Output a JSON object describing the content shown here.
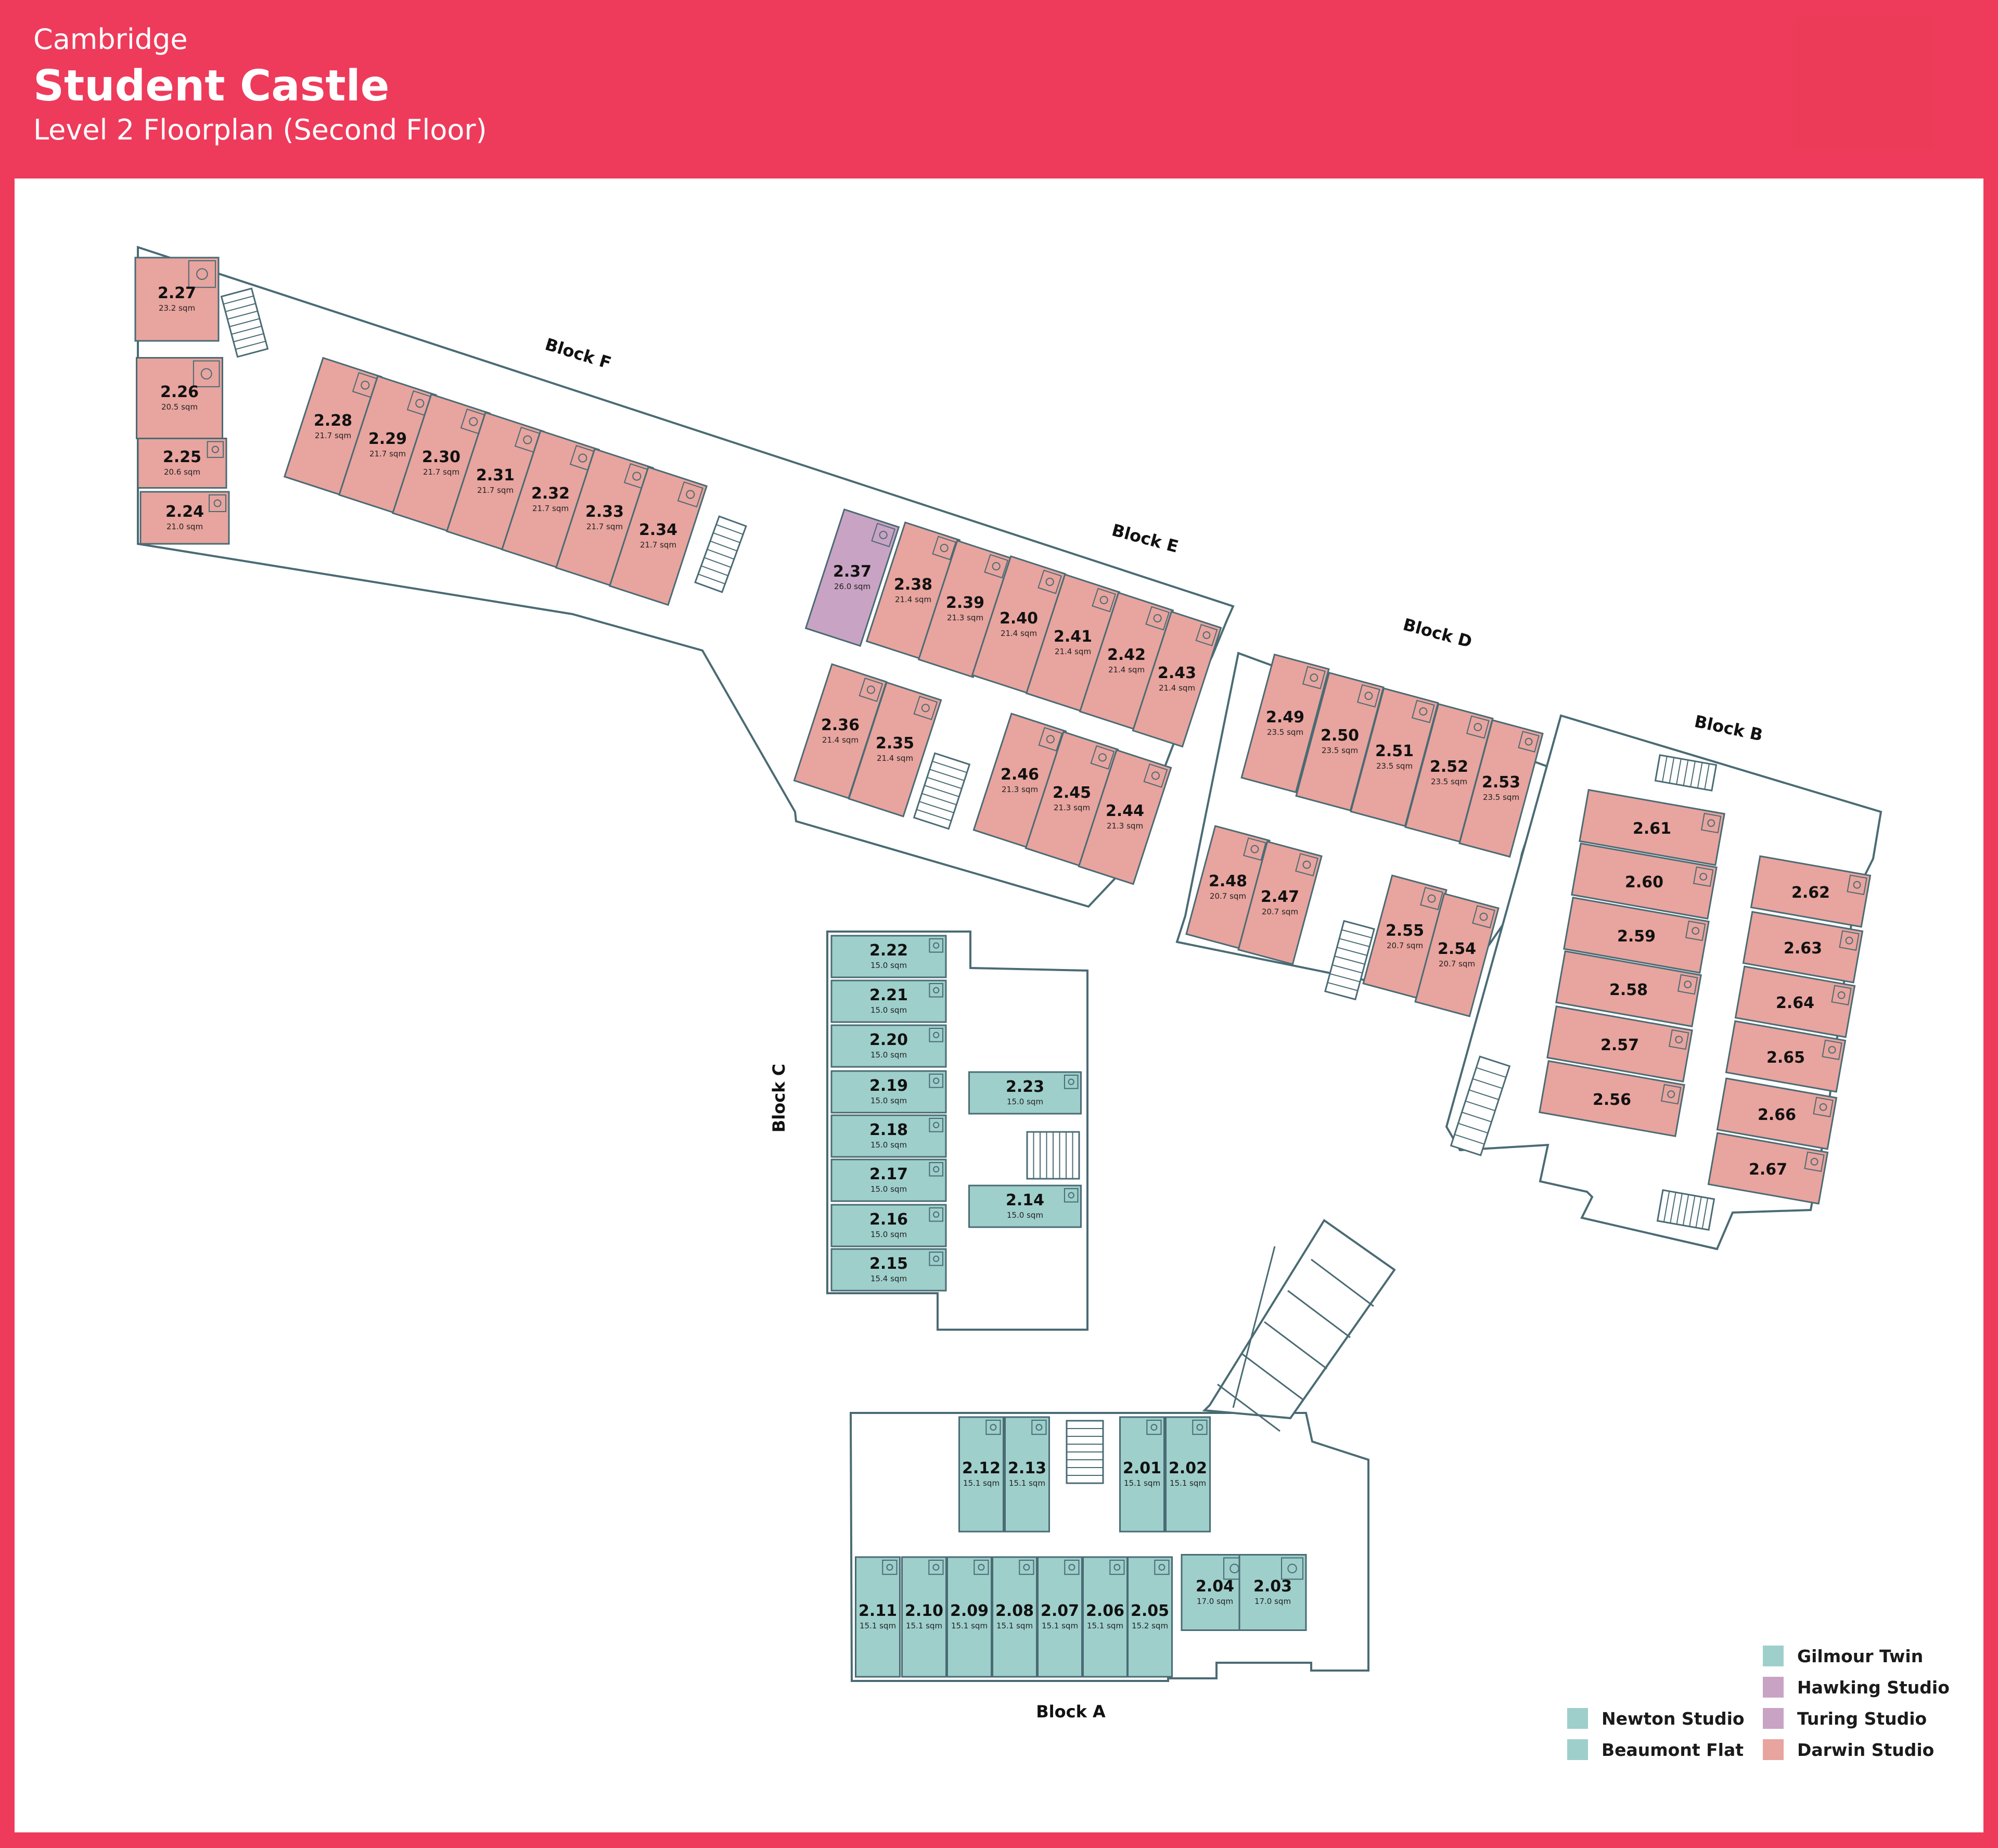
{
  "header": {
    "city": "Cambridge",
    "title": "Student Castle",
    "subtitle": "Level 2 Floorplan (Second Floor)"
  },
  "colors": {
    "brand": "#EE3B5B",
    "darwin": "#E8A49E",
    "newton": "#9ECFCB",
    "hawking": "#C9A3C4",
    "wall": "#4A6B74"
  },
  "blocks": {
    "a": "Block A",
    "b": "Block B",
    "c": "Block C",
    "d": "Block D",
    "e": "Block E",
    "f": "Block F"
  },
  "legend": {
    "left": [
      {
        "label": "Newton Studio",
        "color": "#9ECFCB"
      },
      {
        "label": "Beaumont Flat",
        "color": "#9ECFCB"
      }
    ],
    "right": [
      {
        "label": "Gilmour Twin",
        "color": "#9ECFCB"
      },
      {
        "label": "Hawking Studio",
        "color": "#C9A3C4"
      },
      {
        "label": "Turing Studio",
        "color": "#C9A3C4"
      },
      {
        "label": "Darwin Studio",
        "color": "#E8A49E"
      }
    ]
  },
  "rooms": [
    {
      "id": "2.27",
      "area": "23.2 sqm",
      "type": "darwin"
    },
    {
      "id": "2.26",
      "area": "20.5 sqm",
      "type": "darwin"
    },
    {
      "id": "2.25",
      "area": "20.6 sqm",
      "type": "darwin"
    },
    {
      "id": "2.24",
      "area": "21.0 sqm",
      "type": "darwin"
    },
    {
      "id": "2.28",
      "area": "21.7 sqm",
      "type": "darwin"
    },
    {
      "id": "2.29",
      "area": "21.7 sqm",
      "type": "darwin"
    },
    {
      "id": "2.30",
      "area": "21.7 sqm",
      "type": "darwin"
    },
    {
      "id": "2.31",
      "area": "21.7 sqm",
      "type": "darwin"
    },
    {
      "id": "2.32",
      "area": "21.7 sqm",
      "type": "darwin"
    },
    {
      "id": "2.33",
      "area": "21.7 sqm",
      "type": "darwin"
    },
    {
      "id": "2.34",
      "area": "21.7 sqm",
      "type": "darwin"
    },
    {
      "id": "2.37",
      "area": "26.0 sqm",
      "type": "hawking"
    },
    {
      "id": "2.38",
      "area": "21.4 sqm",
      "type": "darwin"
    },
    {
      "id": "2.39",
      "area": "21.3 sqm",
      "type": "darwin"
    },
    {
      "id": "2.40",
      "area": "21.4 sqm",
      "type": "darwin"
    },
    {
      "id": "2.41",
      "area": "21.4 sqm",
      "type": "darwin"
    },
    {
      "id": "2.42",
      "area": "21.4 sqm",
      "type": "darwin"
    },
    {
      "id": "2.43",
      "area": "21.4 sqm",
      "type": "darwin"
    },
    {
      "id": "2.36",
      "area": "21.4 sqm",
      "type": "darwin"
    },
    {
      "id": "2.35",
      "area": "21.4 sqm",
      "type": "darwin"
    },
    {
      "id": "2.46",
      "area": "21.3 sqm",
      "type": "darwin"
    },
    {
      "id": "2.45",
      "area": "21.3 sqm",
      "type": "darwin"
    },
    {
      "id": "2.44",
      "area": "21.3 sqm",
      "type": "darwin"
    },
    {
      "id": "2.49",
      "area": "23.5 sqm",
      "type": "darwin"
    },
    {
      "id": "2.50",
      "area": "23.5 sqm",
      "type": "darwin"
    },
    {
      "id": "2.51",
      "area": "23.5 sqm",
      "type": "darwin"
    },
    {
      "id": "2.52",
      "area": "23.5 sqm",
      "type": "darwin"
    },
    {
      "id": "2.53",
      "area": "23.5 sqm",
      "type": "darwin"
    },
    {
      "id": "2.48",
      "area": "20.7 sqm",
      "type": "darwin"
    },
    {
      "id": "2.47",
      "area": "20.7 sqm",
      "type": "darwin"
    },
    {
      "id": "2.55",
      "area": "20.7 sqm",
      "type": "darwin"
    },
    {
      "id": "2.54",
      "area": "20.7 sqm",
      "type": "darwin"
    },
    {
      "id": "2.61",
      "area": "",
      "type": "darwin"
    },
    {
      "id": "2.60",
      "area": "",
      "type": "darwin"
    },
    {
      "id": "2.59",
      "area": "",
      "type": "darwin"
    },
    {
      "id": "2.58",
      "area": "",
      "type": "darwin"
    },
    {
      "id": "2.57",
      "area": "",
      "type": "darwin"
    },
    {
      "id": "2.56",
      "area": "",
      "type": "darwin"
    },
    {
      "id": "2.62",
      "area": "",
      "type": "darwin"
    },
    {
      "id": "2.63",
      "area": "",
      "type": "darwin"
    },
    {
      "id": "2.64",
      "area": "",
      "type": "darwin"
    },
    {
      "id": "2.65",
      "area": "",
      "type": "darwin"
    },
    {
      "id": "2.66",
      "area": "",
      "type": "darwin"
    },
    {
      "id": "2.67",
      "area": "",
      "type": "darwin"
    },
    {
      "id": "2.22",
      "area": "15.0 sqm",
      "type": "newton"
    },
    {
      "id": "2.21",
      "area": "15.0 sqm",
      "type": "newton"
    },
    {
      "id": "2.20",
      "area": "15.0 sqm",
      "type": "newton"
    },
    {
      "id": "2.19",
      "area": "15.0 sqm",
      "type": "newton"
    },
    {
      "id": "2.18",
      "area": "15.0 sqm",
      "type": "newton"
    },
    {
      "id": "2.17",
      "area": "15.0 sqm",
      "type": "newton"
    },
    {
      "id": "2.16",
      "area": "15.0 sqm",
      "type": "newton"
    },
    {
      "id": "2.15",
      "area": "15.4 sqm",
      "type": "newton"
    },
    {
      "id": "2.23",
      "area": "15.0 sqm",
      "type": "newton"
    },
    {
      "id": "2.14",
      "area": "15.0 sqm",
      "type": "newton"
    },
    {
      "id": "2.12",
      "area": "15.1 sqm",
      "type": "newton"
    },
    {
      "id": "2.13",
      "area": "15.1 sqm",
      "type": "newton"
    },
    {
      "id": "2.01",
      "area": "15.1 sqm",
      "type": "newton"
    },
    {
      "id": "2.02",
      "area": "15.1 sqm",
      "type": "newton"
    },
    {
      "id": "2.11",
      "area": "15.1 sqm",
      "type": "newton"
    },
    {
      "id": "2.10",
      "area": "15.1 sqm",
      "type": "newton"
    },
    {
      "id": "2.09",
      "area": "15.1 sqm",
      "type": "newton"
    },
    {
      "id": "2.08",
      "area": "15.1 sqm",
      "type": "newton"
    },
    {
      "id": "2.07",
      "area": "15.1 sqm",
      "type": "newton"
    },
    {
      "id": "2.06",
      "area": "15.1 sqm",
      "type": "newton"
    },
    {
      "id": "2.05",
      "area": "15.2 sqm",
      "type": "newton"
    },
    {
      "id": "2.04",
      "area": "17.0 sqm",
      "type": "newton"
    },
    {
      "id": "2.03",
      "area": "17.0 sqm",
      "type": "newton"
    }
  ]
}
